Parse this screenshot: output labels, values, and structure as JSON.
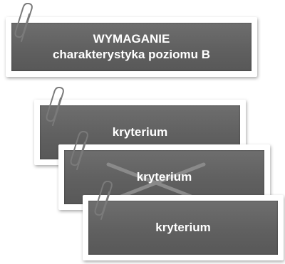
{
  "header_card": {
    "line1": "WYMAGANIE",
    "line2": "charakterystyka poziomu B"
  },
  "criteria": [
    {
      "label": "kryterium",
      "crossed": false
    },
    {
      "label": "kryterium",
      "crossed": true
    },
    {
      "label": "kryterium",
      "crossed": false
    }
  ],
  "colors": {
    "plate": "#636363",
    "text": "#ffffff",
    "cross": "#8a8a8a",
    "clip": "#7a7a7a"
  },
  "icons": {
    "clip": "paperclip-icon"
  }
}
